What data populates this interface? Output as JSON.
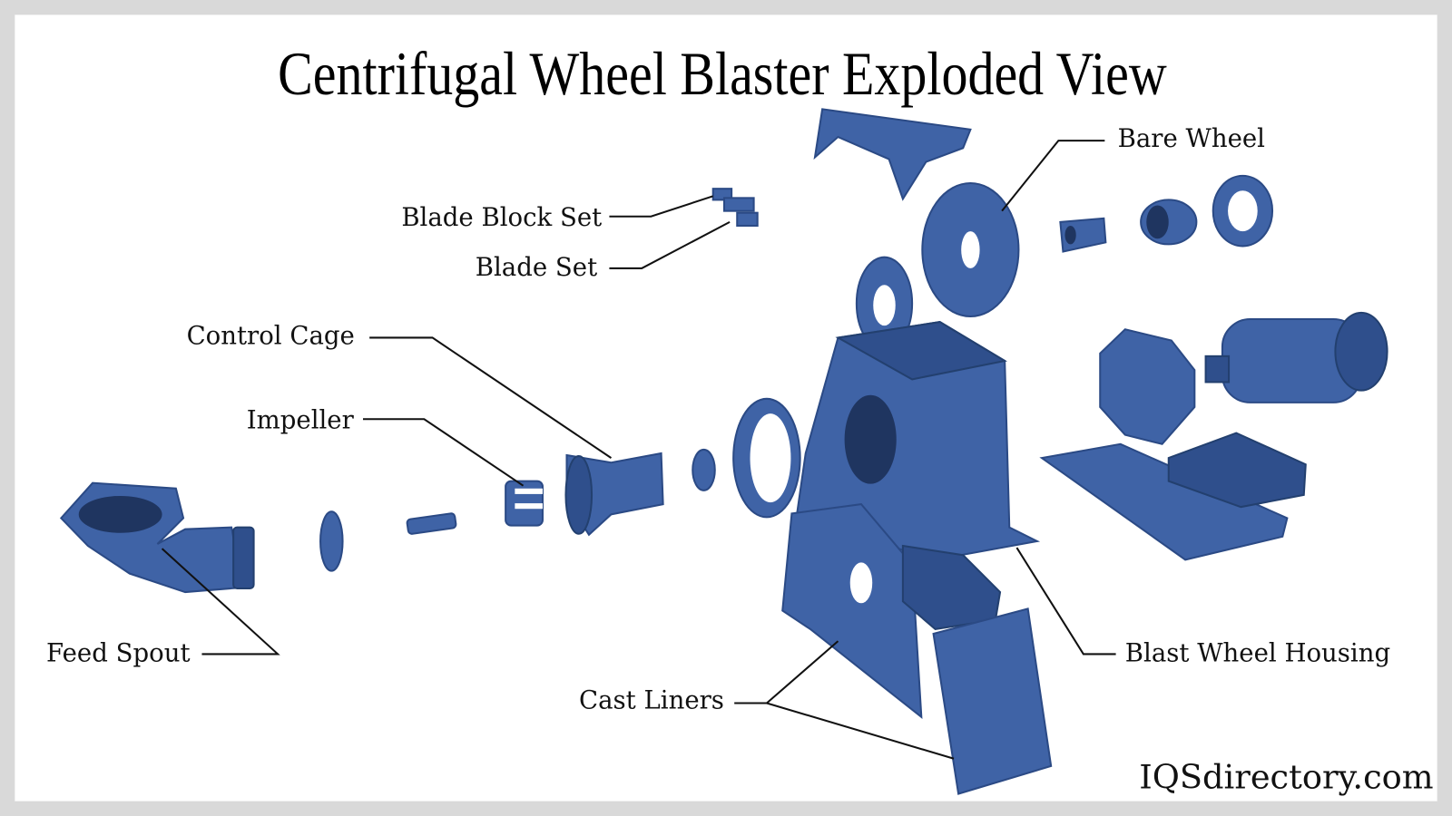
{
  "title": "Centrifugal Wheel Blaster Exploded View",
  "labels": {
    "bare_wheel": "Bare Wheel",
    "blade_block_set": "Blade Block Set",
    "blade_set": "Blade Set",
    "control_cage": "Control Cage",
    "impeller": "Impeller",
    "feed_spout": "Feed Spout",
    "cast_liners": "Cast Liners",
    "blast_wheel_housing": "Blast Wheel Housing"
  },
  "brand": "IQSdirectory.com",
  "colors": {
    "part": "#3f63a6",
    "frame": "#d9d9d9",
    "background": "#ffffff"
  }
}
